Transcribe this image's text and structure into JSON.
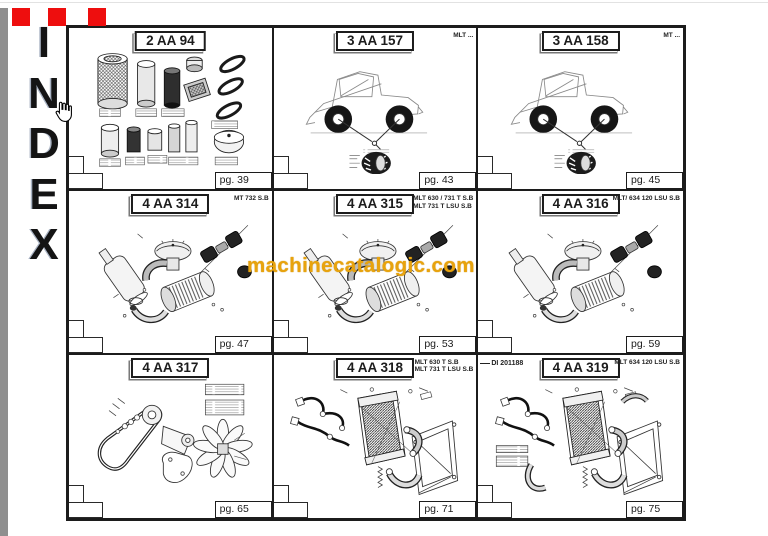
{
  "page": {
    "watermark": "machinecatalogic.com",
    "index_label": "INDEX",
    "index_letters": [
      "I",
      "N",
      "D",
      "E",
      "X"
    ]
  },
  "colors": {
    "accent_red": "#ee0e0e",
    "watermark_orange": "#e8a30d",
    "grid_line": "#1c1c1c",
    "page_edge_gray": "#8f8f8f"
  },
  "cursor": "hand-tool",
  "cells": [
    {
      "code": "2 AA 94",
      "page": "pg. 39",
      "illustration": "filters-and-belts-exploded-view"
    },
    {
      "code": "3 AA 157",
      "model_line1": "MLT ...",
      "page": "pg. 43",
      "illustration": "telehandler-wheels-and-tire"
    },
    {
      "code": "3 AA 158",
      "model_line1": "MT ...",
      "page": "pg. 45",
      "illustration": "telehandler-wheels-and-tire"
    },
    {
      "code": "4 AA 314",
      "model_line1": "MT 732 S.B",
      "page": "pg. 47",
      "illustration": "air-filter-exhaust-exploded-view"
    },
    {
      "code": "4 AA 315",
      "model_line1": "MLT 630 / 731 T S.B",
      "model_line2": "MLT 731 T LSU S.B",
      "page": "pg. 53",
      "illustration": "air-filter-exhaust-exploded-view"
    },
    {
      "code": "4 AA 316",
      "model_line1": "MLT/ 634 120 LSU S.B",
      "page": "pg. 59",
      "illustration": "air-filter-exhaust-exploded-view"
    },
    {
      "code": "4 AA 317",
      "page": "pg. 65",
      "illustration": "fan-belt-pulleys-exploded-view"
    },
    {
      "code": "4 AA 318",
      "model_line1": "MLT 630 T S.B",
      "model_line2": "MLT 731 T LSU S.B",
      "page": "pg. 71",
      "illustration": "radiator-cooling-exploded-view"
    },
    {
      "code": "4 AA 319",
      "model_line1": "MLT 634 120 LSU S.B",
      "note": "DI 201188",
      "page": "pg. 75",
      "illustration": "radiator-cooling-exploded-view"
    }
  ]
}
